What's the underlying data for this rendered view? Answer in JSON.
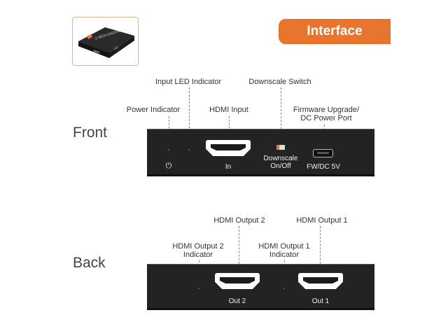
{
  "header": {
    "title": "Interface"
  },
  "thumbnail": {
    "brand": "J-TECH DIGITAL"
  },
  "front": {
    "section_label": "Front",
    "callouts": {
      "input_led": "Input LED Indicator",
      "downscale_switch": "Downscale Switch",
      "power_indicator": "Power Indicator",
      "hdmi_input": "HDMI Input",
      "firmware_line1": "Firmware Upgrade/",
      "firmware_line2": "DC Power Port"
    },
    "panel": {
      "in_label": "In",
      "downscale_line1": "Downscale",
      "downscale_line2": "On/Off",
      "fwdc_label": "FW/DC 5V",
      "power_symbol": "⏻"
    }
  },
  "back": {
    "section_label": "Back",
    "callouts": {
      "hdmi_output_2": "HDMI Output 2",
      "hdmi_output_1": "HDMI Output 1",
      "out2_indicator_line1": "HDMI Output 2",
      "out2_indicator_line2": "Indicator",
      "out1_indicator_line1": "HDMI Output 1",
      "out1_indicator_line2": "Indicator"
    },
    "panel": {
      "out2_label": "Out  2",
      "out1_label": "Out  1"
    }
  },
  "colors": {
    "accent": "#e8742e",
    "panel": "#232323"
  }
}
